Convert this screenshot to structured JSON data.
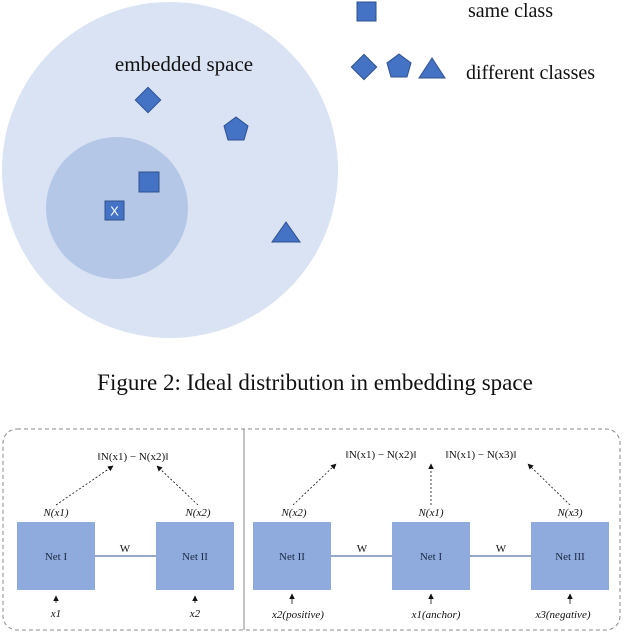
{
  "figure": {
    "space_label": "embedded space",
    "query_label": "X",
    "caption": "Figure 2: Ideal distribution in embedding space",
    "legend": {
      "same_label": "same class",
      "different_label": "different classes"
    },
    "colors": {
      "outer_circle": "#dae3f3",
      "inner_circle": "#b4c7e7",
      "shape_fill": "#4472c4",
      "shape_stroke": "#2f528f",
      "net_box": "#8faadc",
      "line": "#2f4f8f",
      "panel_border": "#888888"
    }
  },
  "siamese": {
    "net_left": "Net I",
    "net_right": "Net II",
    "weight_label": "W",
    "out_left": "N(x1)",
    "out_right": "N(x2)",
    "loss": "‖N(x1) − N(x2)‖",
    "in_left": "x1",
    "in_right": "x2"
  },
  "triplet": {
    "net_left": "Net II",
    "net_mid": "Net I",
    "net_right": "Net III",
    "weight_left": "W",
    "weight_right": "W",
    "out_left": "N(x2)",
    "out_mid": "N(x1)",
    "out_right": "N(x3)",
    "loss_left": "‖N(x1) − N(x2)‖",
    "loss_right": "‖N(x1) − N(x3)‖",
    "in_left": "x2(positive)",
    "in_mid": "x1(anchor)",
    "in_right": "x3(negative)"
  }
}
